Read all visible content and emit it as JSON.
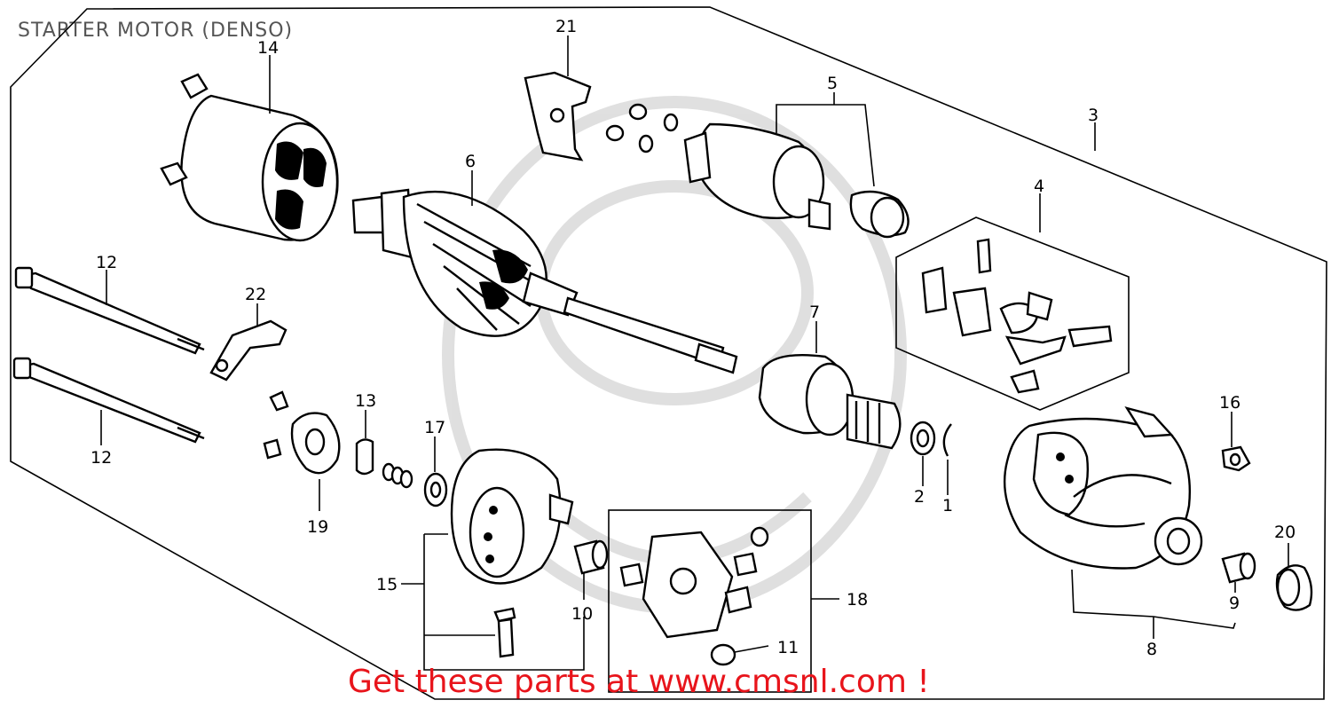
{
  "title": "STARTER MOTOR (DENSO)",
  "promo": {
    "text": "Get these parts at www.cmsnl.com !",
    "color": "#e8141b"
  },
  "callouts": [
    "1",
    "2",
    "3",
    "4",
    "5",
    "6",
    "7",
    "8",
    "9",
    "10",
    "11",
    "12",
    "12",
    "13",
    "14",
    "15",
    "16",
    "17",
    "18",
    "19",
    "20",
    "21",
    "22"
  ]
}
